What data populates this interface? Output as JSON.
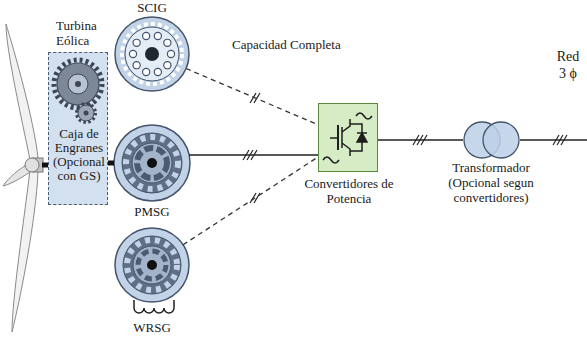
{
  "diagram": {
    "nodes": [
      {
        "text": [
          "Turbina Eólica"
        ]
      },
      {
        "text": [
          "Caja de Engranes (Opcional con GS)"
        ]
      },
      {
        "text": [
          "SCIG"
        ]
      },
      {
        "text": [
          "PMSG"
        ]
      },
      {
        "text": [
          "WRSG"
        ]
      },
      {
        "text": [
          "Convertidores de Potencia"
        ]
      },
      {
        "text": [
          "Transformador (Opcional segun convertidores)"
        ]
      }
    ],
    "edges": [
      {
        "from": 0,
        "to": 1,
        "arrow": "none"
      },
      {
        "from": 1,
        "to": 3,
        "arrow": "none"
      },
      {
        "from": 2,
        "to": 5,
        "arrow": "none"
      },
      {
        "from": 3,
        "to": 5,
        "arrow": "none"
      },
      {
        "from": 4,
        "to": 5,
        "arrow": "none"
      },
      {
        "from": 5,
        "to": 6,
        "arrow": "none"
      }
    ],
    "labels": [
      "Capacidad Completa",
      "Red 3 ϕ"
    ]
  }
}
